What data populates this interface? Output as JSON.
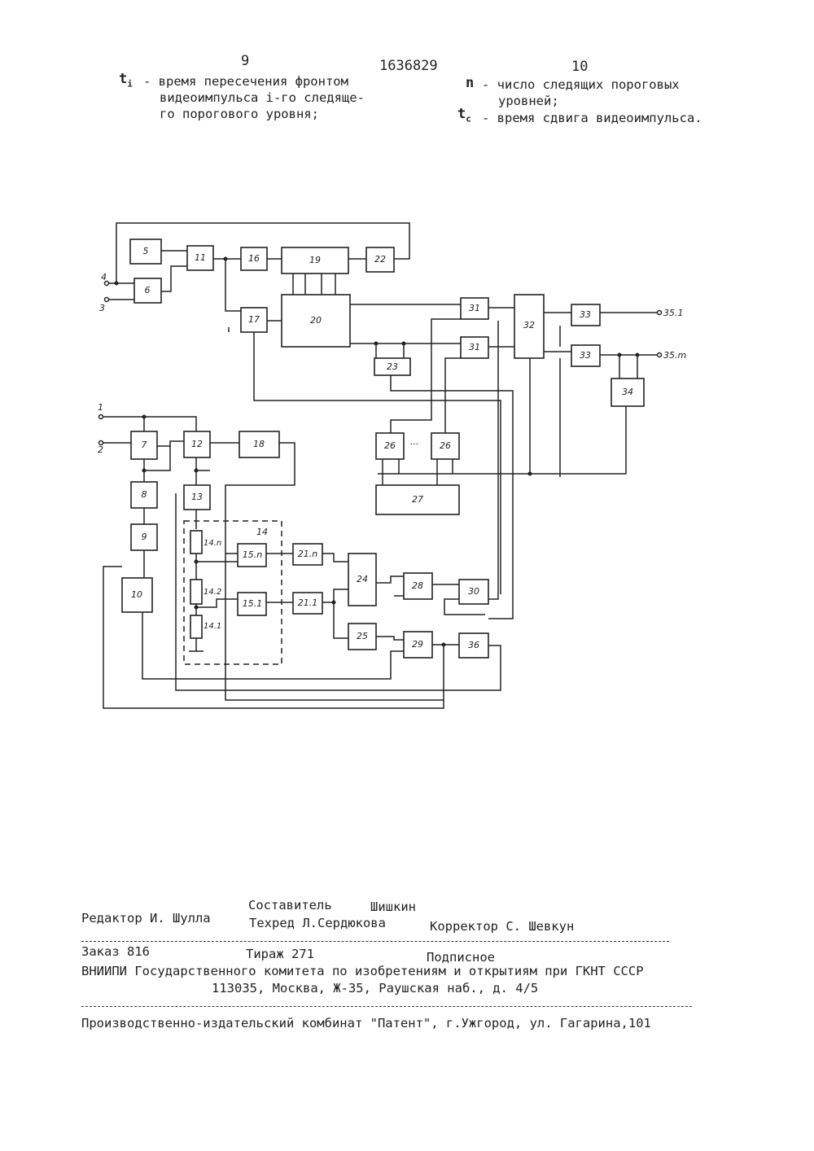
{
  "header": {
    "page_left": "9",
    "patent_number": "1636829",
    "page_right": "10"
  },
  "legend": {
    "ti_symbol": "t",
    "ti_sub": "i",
    "ti_line1": "- время пересечения фронтом",
    "ti_line2": "видеоимпульса i-го следяще-",
    "ti_line3": "го порогового уровня;",
    "n_symbol": "n",
    "n_line1": "- число следящих пороговых",
    "n_line2": "уровней;",
    "tc_symbol": "t",
    "tc_sub": "c",
    "tc_line1": "- время сдвига видеоимпульса."
  },
  "diagram": {
    "blocks": [
      "5",
      "6",
      "7",
      "8",
      "9",
      "10",
      "11",
      "12",
      "13",
      "14",
      "15.n",
      "15.1",
      "16",
      "17",
      "18",
      "19",
      "20",
      "21.n",
      "21.1",
      "22",
      "23",
      "24",
      "25",
      "26",
      "26",
      "27",
      "28",
      "29",
      "30",
      "31",
      "31",
      "32",
      "33",
      "33",
      "34",
      "36"
    ],
    "resistors": [
      "14.n",
      "14.2",
      "14.1"
    ],
    "terminals": [
      "4",
      "3",
      "1",
      "2",
      "35.1",
      "35.m"
    ],
    "dots": "..."
  },
  "footer": {
    "compiler_label": "Составитель",
    "compiler_name": "Шишкин",
    "editor": "Редактор И. Шулла",
    "techred": "Техред Л.Сердюкова",
    "corrector": "Корректор С. Шевкун",
    "order": "Заказ 816",
    "circulation": "Тираж 271",
    "subscription": "Подписное",
    "org_line1": "ВНИИПИ Государственного комитета по изобретениям и открытиям при ГКНТ СССР",
    "org_line2": "113035, Москва, Ж-35, Раушская наб., д. 4/5",
    "printer": "Производственно-издательский комбинат \"Патент\", г.Ужгород, ул. Гагарина,101"
  }
}
